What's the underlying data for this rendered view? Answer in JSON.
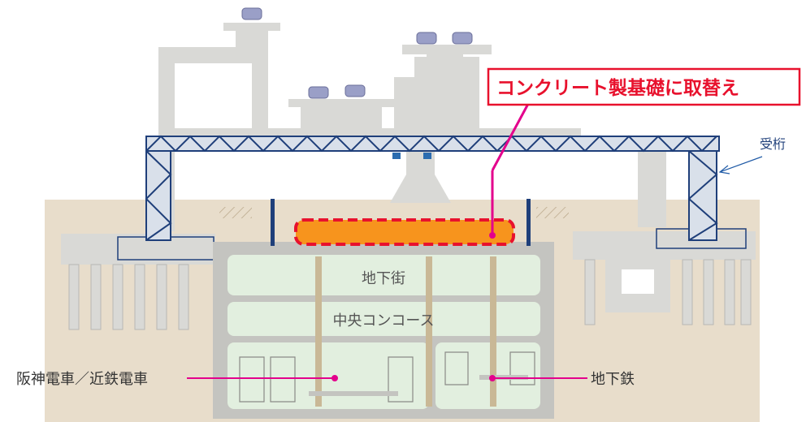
{
  "callout": {
    "text": "コンクリート製基礎に取替え"
  },
  "labels": {
    "girder": "受桁",
    "underground_mall": "地下街",
    "central_concourse": "中央コンコース",
    "hanshin_kintetsu": "阪神電車／近鉄電車",
    "subway": "地下鉄"
  },
  "colors": {
    "callout_red": "#e8112d",
    "leader_magenta": "#e3008c",
    "truss_blue": "#1f3f7a",
    "structure_gray": "#d9d9d6",
    "ground_tan": "#e8ddcb",
    "tunnel_green": "#e2efdf",
    "foundation_orange": "#f7941d"
  }
}
